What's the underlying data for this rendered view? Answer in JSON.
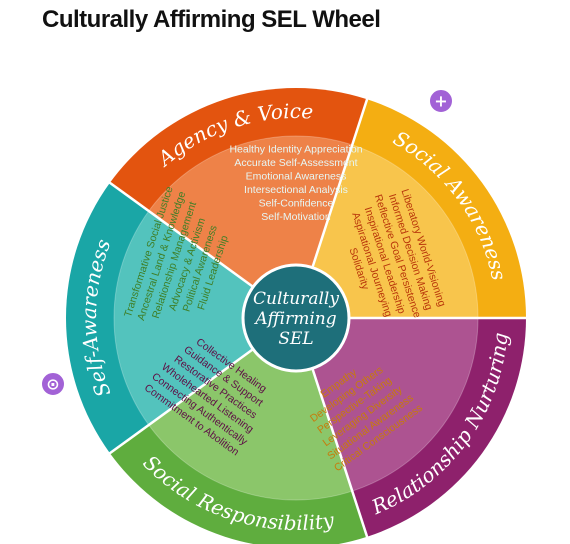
{
  "title": "Culturally Affirming SEL Wheel",
  "center": {
    "lines": [
      "Culturally",
      "Affirming",
      "SEL"
    ],
    "color": "#1e6f7a"
  },
  "badges": [
    {
      "name": "add-icon",
      "glyph": "+",
      "color": "#a262d6"
    },
    {
      "name": "eye-icon",
      "glyph": "⊙",
      "color": "#a262d6"
    }
  ],
  "segments": [
    {
      "key": "self-awareness",
      "label": "Self-Awareness",
      "outer_color": "#1aa6a6",
      "inner_color": "#53c3bd",
      "text_color": "#e6f7f5",
      "items": [
        "Healthy Identity Appreciation",
        "Accurate Self-Assessment",
        "Emotional Awareness",
        "Intersectional Analysis",
        "Self-Confidence",
        "Self-Motivation"
      ]
    },
    {
      "key": "agency-voice",
      "label": "Agency & Voice",
      "outer_color": "#e3540f",
      "inner_color": "#ee8248",
      "text_color": "#b8350a",
      "items": [
        "Liberatory World-Visioning",
        "Informed Decision Making",
        "Reflective Goal Persistence",
        "Inspirational Leadership",
        "Aspirational Journeying",
        "Solidarity"
      ]
    },
    {
      "key": "social-awareness",
      "label": "Social Awareness",
      "outer_color": "#f4ae12",
      "inner_color": "#f8c54c",
      "text_color": "#c77b0b",
      "items": [
        "Empathy",
        "Developing Others",
        "Perspective-Taking",
        "Leveraging Diversity",
        "Situational Awareness",
        "Critical Consciousness"
      ]
    },
    {
      "key": "relationship-nurturing",
      "label": "Relationship Nurturing",
      "outer_color": "#8e216c",
      "inner_color": "#ad5391",
      "text_color": "#5e1046",
      "items": [
        "Collective Healing",
        "Guidance & Support",
        "Restorative Practices",
        "Wholehearted Listening",
        "Connecting Authentically",
        "Commitment to Abolition"
      ]
    },
    {
      "key": "social-responsibility",
      "label": "Social Responsibility",
      "outer_color": "#5fad3e",
      "inner_color": "#8bc66a",
      "text_color": "#3f7f27",
      "items": [
        "Transformative Social Justice",
        "Ancestral Land & Knowledge",
        "Relationship Management",
        "Advocacy & Activism",
        "Political Awareness",
        "Fluid Leadership"
      ]
    }
  ]
}
